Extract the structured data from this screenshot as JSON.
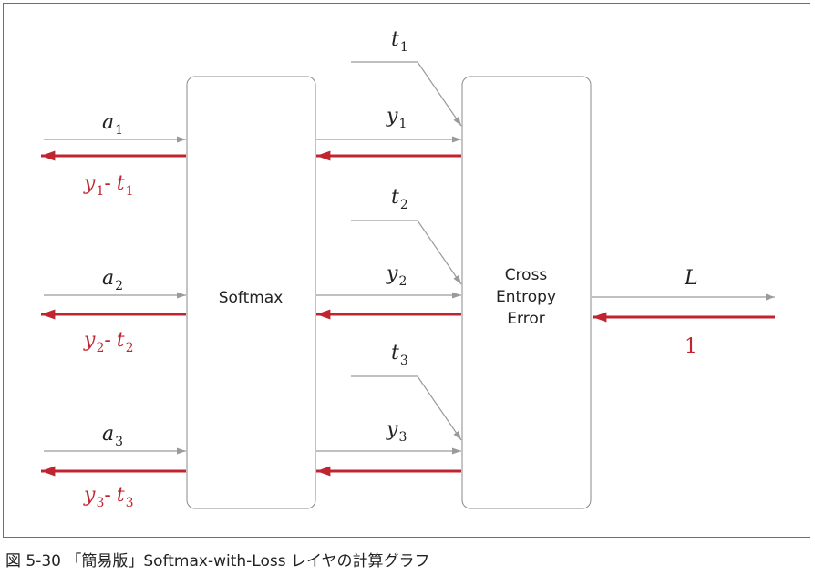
{
  "diagram": {
    "softmax_label": "Softmax",
    "cross_entropy_label": [
      "Cross",
      "Entropy",
      "Error"
    ],
    "inputs": [
      {
        "var": "a",
        "sub": "1"
      },
      {
        "var": "a",
        "sub": "2"
      },
      {
        "var": "a",
        "sub": "3"
      }
    ],
    "outputs": [
      {
        "var": "y",
        "sub": "1"
      },
      {
        "var": "y",
        "sub": "2"
      },
      {
        "var": "y",
        "sub": "3"
      }
    ],
    "targets": [
      {
        "var": "t",
        "sub": "1"
      },
      {
        "var": "t",
        "sub": "2"
      },
      {
        "var": "t",
        "sub": "3"
      }
    ],
    "gradients": [
      {
        "y": "y",
        "ys": "1",
        "minus": "-",
        "t": "t",
        "ts": "1"
      },
      {
        "y": "y",
        "ys": "2",
        "minus": "-",
        "t": "t",
        "ts": "2"
      },
      {
        "y": "y",
        "ys": "3",
        "minus": "-",
        "t": "t",
        "ts": "3"
      }
    ],
    "loss_label": "L",
    "loss_gradient": "1",
    "colors": {
      "forward": "#9a9a9a",
      "backward": "#c0252f",
      "box_border": "#8a8a8a"
    }
  },
  "caption": "図 5-30 「簡易版」Softmax-with-Loss レイヤの計算グラフ"
}
